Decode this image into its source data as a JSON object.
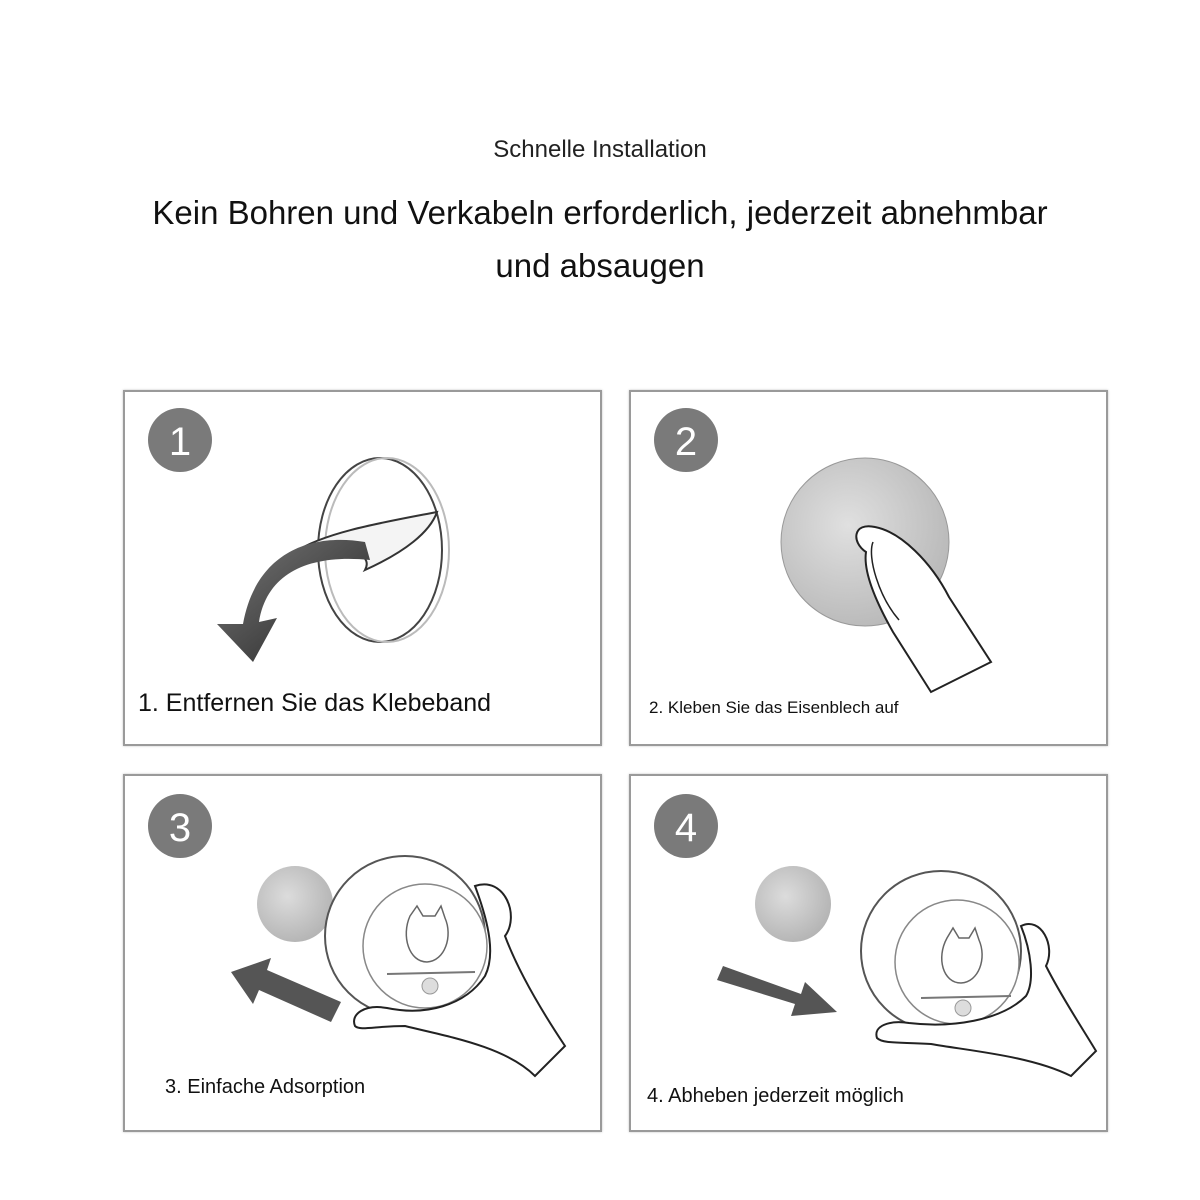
{
  "header": {
    "subtitle": "Schnelle Installation",
    "headline_line1": "Kein Bohren und Verkabeln erforderlich, jederzeit abnehmbar",
    "headline_line2": "und absaugen"
  },
  "steps": [
    {
      "number": "1",
      "caption": "1. Entfernen Sie das Klebeband"
    },
    {
      "number": "2",
      "caption": "2. Kleben Sie das Eisenblech auf"
    },
    {
      "number": "3",
      "caption": "3. Einfache Adsorption"
    },
    {
      "number": "4",
      "caption": "4. Abheben jederzeit möglich"
    }
  ],
  "colors": {
    "badge": "#7a7a7a",
    "border": "#9a9a9a",
    "arrow": "#3a3a3a",
    "disc": "#c8c8c8"
  }
}
